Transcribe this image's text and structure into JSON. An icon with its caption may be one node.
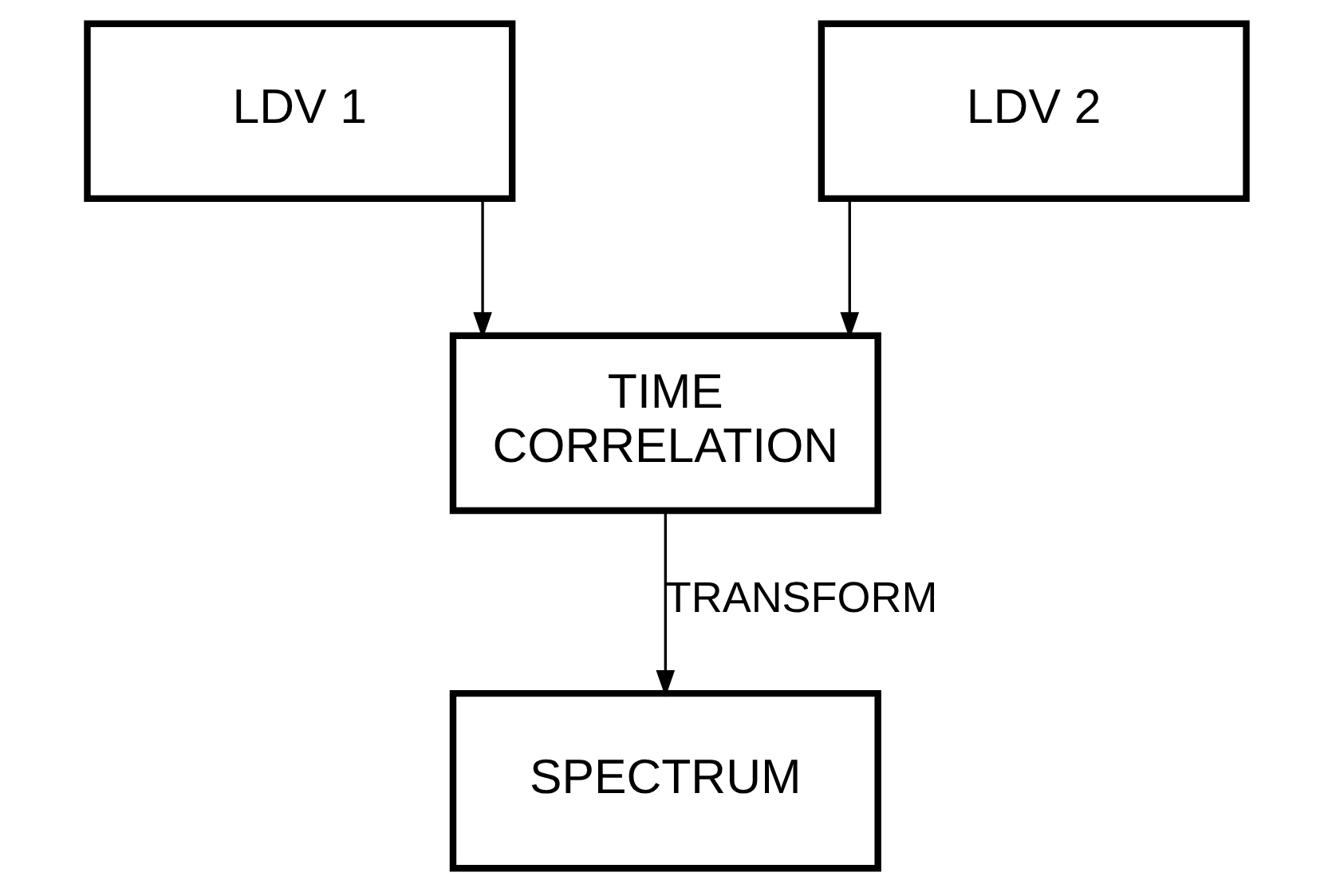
{
  "diagram": {
    "nodes": [
      {
        "text": [
          "LDV 1"
        ]
      },
      {
        "text": [
          "LDV 2"
        ]
      },
      {
        "text": [
          "TIME CORRELATION"
        ]
      },
      {
        "text": [
          "SPECTRUM"
        ]
      }
    ],
    "edges": [
      {
        "from": 0,
        "to": 2,
        "arrow": "to"
      },
      {
        "from": 1,
        "to": 2,
        "arrow": "to"
      },
      {
        "from": 2,
        "to": 3,
        "arrow": "to",
        "label": "TRANSFORM"
      }
    ]
  }
}
